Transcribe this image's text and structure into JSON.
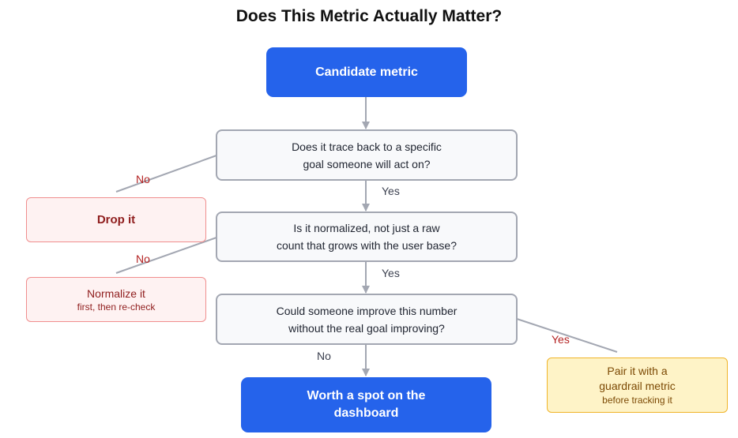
{
  "title": "Does This Metric Actually Matter?",
  "nodes": {
    "start": "Candidate metric",
    "q1": [
      "Does it trace back to a specific",
      "goal someone will act on?"
    ],
    "q2": [
      "Is it normalized, not just a raw",
      "count that grows with the user base?"
    ],
    "q3": [
      "Could someone improve this number",
      "without the real goal improving?"
    ],
    "drop": "Drop it",
    "normalize": {
      "main": "Normalize it",
      "sub": "first, then re-check"
    },
    "pair": {
      "main": [
        "Pair it with a",
        "guardrail metric"
      ],
      "sub": "before tracking it"
    },
    "end": [
      "Worth a spot on the",
      "dashboard"
    ]
  },
  "edge_labels": {
    "q1_yes": "Yes",
    "q1_no": "No",
    "q2_yes": "Yes",
    "q2_no": "No",
    "q3_yes": "Yes",
    "q3_no": "No"
  },
  "colors": {
    "primary": "#2563eb",
    "decision_border": "#a3a7b2",
    "reject_fill": "#fef2f2",
    "reject_border": "#f08e8e",
    "warn_fill": "#fef3c7",
    "warn_border": "#f0b429",
    "edge": "#a3a7b2"
  }
}
